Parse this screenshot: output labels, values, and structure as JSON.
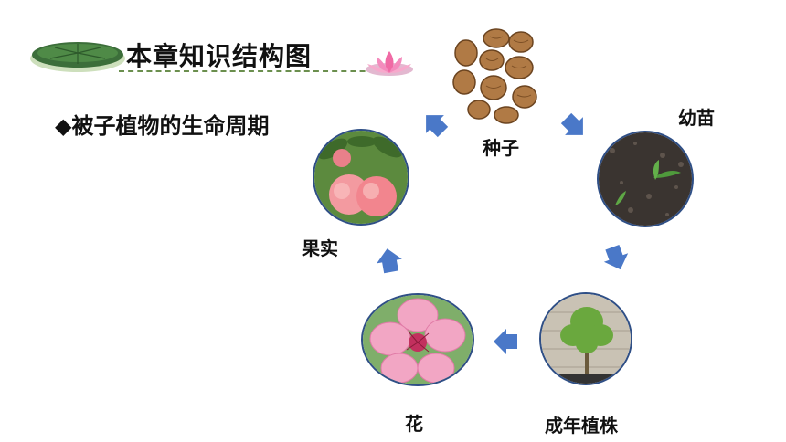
{
  "header": {
    "title": "本章知识结构图"
  },
  "section": {
    "bullet": "◆",
    "title": "被子植物的生命周期"
  },
  "cycle": {
    "stages": [
      {
        "key": "seed",
        "label": "种子"
      },
      {
        "key": "seedling",
        "label": "幼苗"
      },
      {
        "key": "adult",
        "label": "成年植株"
      },
      {
        "key": "flower",
        "label": "花"
      },
      {
        "key": "fruit",
        "label": "果实"
      }
    ]
  },
  "colors": {
    "arrow": "#4a78c8",
    "circle_border": "#2f4f86",
    "leaf": "#3c6e3a"
  }
}
